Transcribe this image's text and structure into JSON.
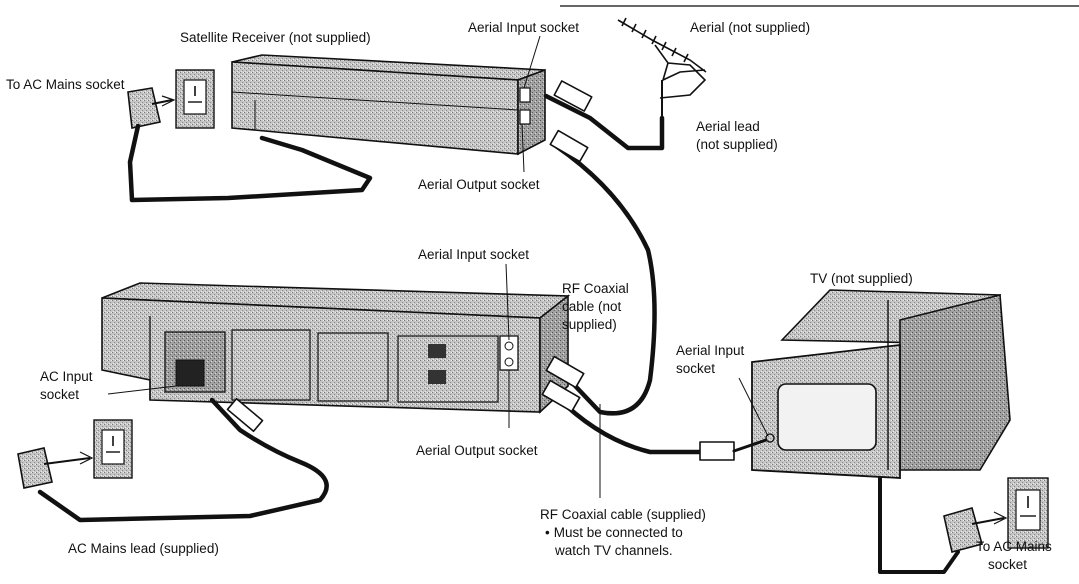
{
  "labels": {
    "satellite_receiver": "Satellite Receiver (not supplied)",
    "aerial_input_top": "Aerial Input socket",
    "aerial": "Aerial (not supplied)",
    "to_ac_mains_top": "To AC Mains socket",
    "aerial_lead_1": "Aerial lead",
    "aerial_lead_2": "(not supplied)",
    "aerial_output_top": "Aerial Output socket",
    "aerial_input_vcr": "Aerial Input socket",
    "rf_coaxial_1": "RF Coaxial",
    "rf_coaxial_2": "cable (not",
    "rf_coaxial_3": "supplied)",
    "tv": "TV (not supplied)",
    "tv_aerial_input_1": "Aerial Input",
    "tv_aerial_input_2": "socket",
    "ac_input_1": "AC Input",
    "ac_input_2": "socket",
    "aerial_output_vcr": "Aerial Output socket",
    "rf_supplied": "RF Coaxial cable (supplied)",
    "rf_note_1": "Must be connected to",
    "rf_note_2": "watch TV channels.",
    "ac_mains_lead": "AC Mains lead (supplied)",
    "to_ac_mains_bottom_1": "To AC Mains",
    "to_ac_mains_bottom_2": "socket"
  },
  "colors": {
    "line": "#111111",
    "device_fill": "#bdbdbd",
    "device_dark": "#8c8c8c",
    "panel_fill": "#f4f4f4"
  }
}
